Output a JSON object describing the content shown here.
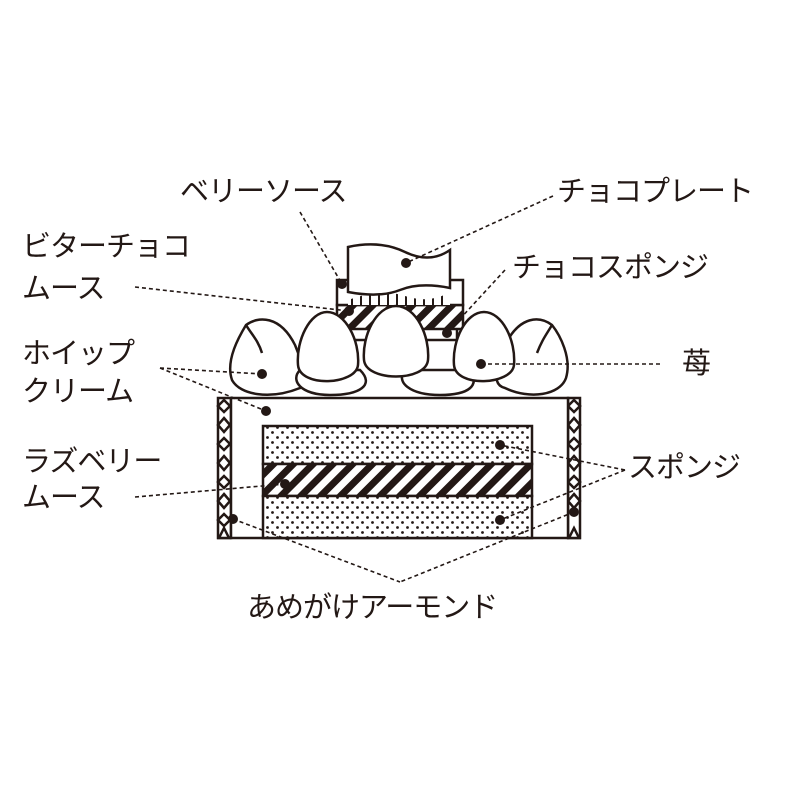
{
  "title": "Cake cross-section diagram",
  "colors": {
    "ink": "#231815",
    "background": "#ffffff"
  },
  "labels": {
    "berry_sauce": "ベリーソース",
    "choco_plate": "チョコプレート",
    "bitter_choco_mousse_line1": "ビターチョコ",
    "bitter_choco_mousse_line2": "ムース",
    "choco_sponge": "チョコスポンジ",
    "whipped_cream_line1": "ホイップ",
    "whipped_cream_line2": "クリーム",
    "strawberry": "苺",
    "raspberry_mousse_line1": "ラズベリー",
    "raspberry_mousse_line2": "ムース",
    "sponge": "スポンジ",
    "candied_almond": "あめがけアーモンド"
  }
}
